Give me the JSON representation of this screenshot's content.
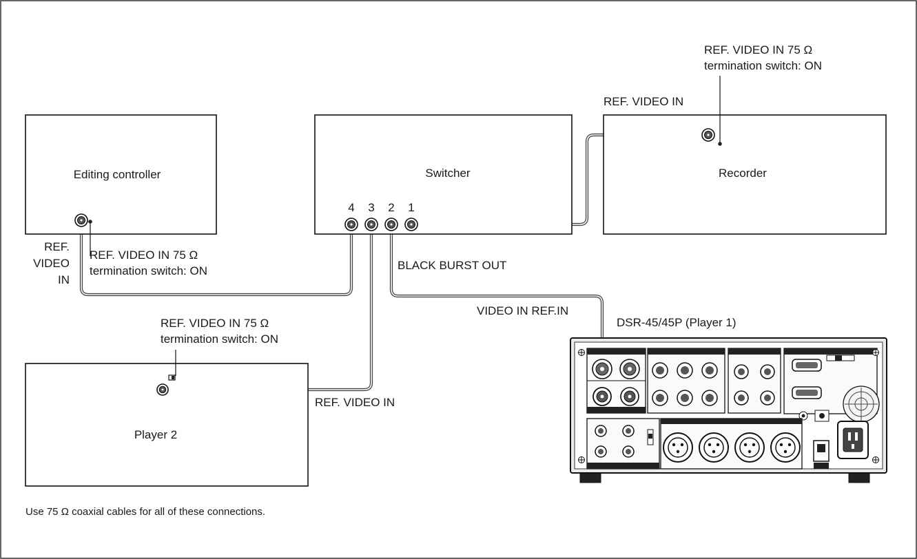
{
  "devices": {
    "editing_controller": "Editing controller",
    "switcher": "Switcher",
    "recorder": "Recorder",
    "player2": "Player 2",
    "player1": "DSR-45/45P (Player 1)"
  },
  "switcher_ports": [
    "4",
    "3",
    "2",
    "1"
  ],
  "labels": {
    "recorder_term_line1": "REF. VIDEO IN 75 Ω",
    "recorder_term_line2": "termination switch:  ON",
    "recorder_ref_in": "REF. VIDEO IN",
    "editor_ref_line1": "REF.",
    "editor_ref_line2": "VIDEO",
    "editor_ref_line3": "IN",
    "editor_term_line1": "REF. VIDEO IN 75 Ω",
    "editor_term_line2": "termination switch: ON",
    "black_burst_out": "BLACK BURST OUT",
    "video_in_ref_in": "VIDEO IN REF.IN",
    "player2_term_line1": "REF. VIDEO IN 75 Ω",
    "player2_term_line2": "termination switch: ON",
    "player2_ref_in": "REF. VIDEO IN"
  },
  "footnote": "Use 75 Ω coaxial cables for all of these connections."
}
